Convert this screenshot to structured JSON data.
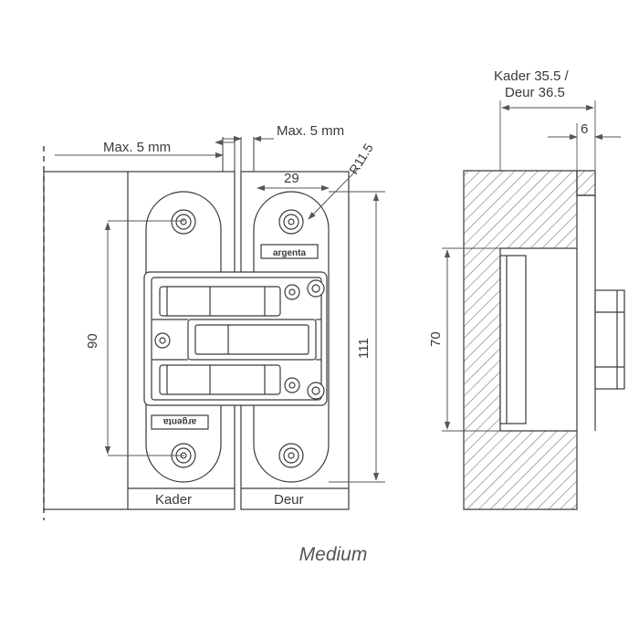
{
  "labels": {
    "max_left": "Max. 5 mm",
    "max_right": "Max. 5 mm",
    "radius": "R11.5",
    "width_29": "29",
    "height_90": "90",
    "height_111": "111",
    "kader": "Kader",
    "deur": "Deur",
    "brand_upper": "argenta",
    "brand_lower": "argenta",
    "side_top_line1": "Kader 35.5 /",
    "side_top_line2": "Deur 36.5",
    "side_6": "6",
    "side_70": "70"
  },
  "caption": "Medium",
  "colors": {
    "line": "#3a3a3a",
    "hatch": "#6a6a6a",
    "caption": "#555555"
  }
}
